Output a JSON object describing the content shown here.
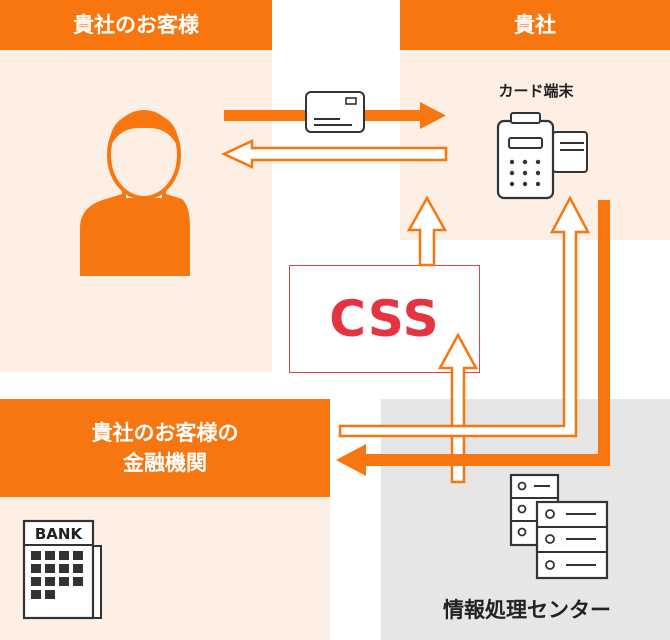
{
  "customer": {
    "header": "貴社のお客様"
  },
  "company": {
    "header": "貴社",
    "terminal_label": "カード端末"
  },
  "bank": {
    "header_line1": "貴社のお客様の",
    "header_line2": "金融機関",
    "building_label": "BANK"
  },
  "processing_center": {
    "label": "情報処理センター"
  },
  "css": {
    "logo": "CSS"
  },
  "colors": {
    "accent": "#f7760f",
    "cream": "#fdefe4",
    "grey": "#e6e6e6",
    "css_red": "#e63342"
  }
}
